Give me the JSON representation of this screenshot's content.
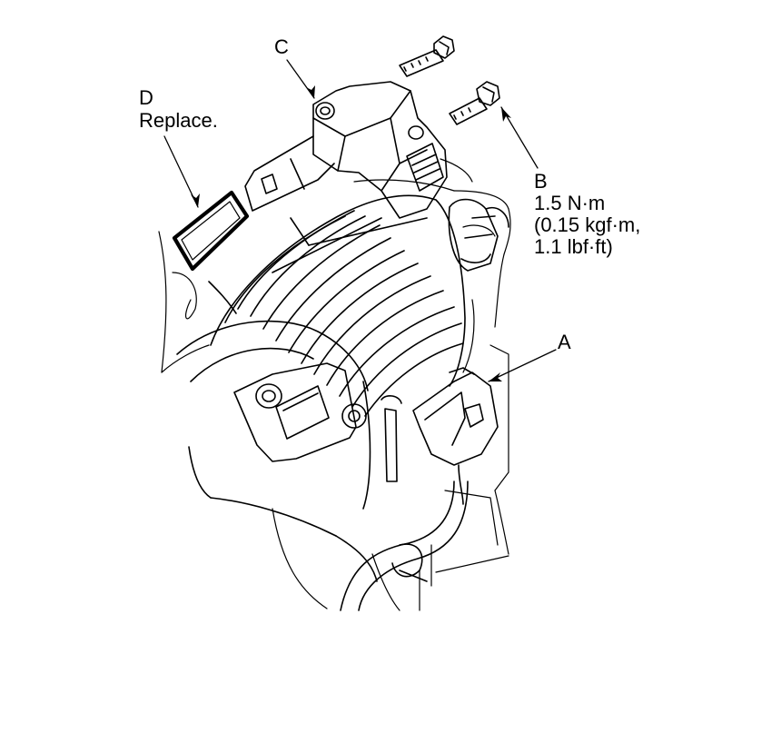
{
  "callouts": {
    "a": {
      "letter": "A"
    },
    "b": {
      "letter": "B",
      "torque": "1.5 N·m",
      "torque_metric": "(0.15 kgf·m,",
      "torque_imperial": "1.1 lbf·ft)"
    },
    "c": {
      "letter": "C"
    },
    "d": {
      "letter": "D",
      "note": "Replace."
    }
  }
}
